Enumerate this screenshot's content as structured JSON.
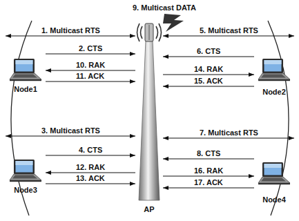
{
  "diagram": {
    "nodes": [
      {
        "text": [
          "Node1"
        ]
      },
      {
        "text": [
          "Node2"
        ]
      },
      {
        "text": [
          "Node3"
        ]
      },
      {
        "text": [
          "Node4"
        ]
      },
      {
        "text": [
          "AP"
        ]
      }
    ],
    "edges": [
      {
        "from": 4,
        "to": 0,
        "arrow": "both",
        "label": "1. Multicast RTS"
      },
      {
        "from": 0,
        "to": 4,
        "arrow": "to",
        "label": "2. CTS"
      },
      {
        "from": 4,
        "to": 0,
        "arrow": "to",
        "label": "10. RAK"
      },
      {
        "from": 0,
        "to": 4,
        "arrow": "to",
        "label": "11. ACK"
      },
      {
        "from": 4,
        "to": 1,
        "arrow": "both",
        "label": "5. Multicast RTS"
      },
      {
        "from": 1,
        "to": 4,
        "arrow": "to",
        "label": "6. CTS"
      },
      {
        "from": 4,
        "to": 1,
        "arrow": "to",
        "label": "14. RAK"
      },
      {
        "from": 1,
        "to": 4,
        "arrow": "to",
        "label": "15. ACK"
      },
      {
        "from": 4,
        "to": 2,
        "arrow": "both",
        "label": "3. Multicast RTS"
      },
      {
        "from": 2,
        "to": 4,
        "arrow": "to",
        "label": "4. CTS"
      },
      {
        "from": 4,
        "to": 2,
        "arrow": "to",
        "label": "12. RAK"
      },
      {
        "from": 2,
        "to": 4,
        "arrow": "to",
        "label": "13. ACK"
      },
      {
        "from": 4,
        "to": 3,
        "arrow": "both",
        "label": "7. Multicast RTS"
      },
      {
        "from": 3,
        "to": 4,
        "arrow": "to",
        "label": "8. CTS"
      },
      {
        "from": 4,
        "to": 3,
        "arrow": "to",
        "label": "16. RAK"
      },
      {
        "from": 3,
        "to": 4,
        "arrow": "to",
        "label": "17. ACK"
      }
    ],
    "labels": [
      "9. Multicast DATA"
    ]
  }
}
